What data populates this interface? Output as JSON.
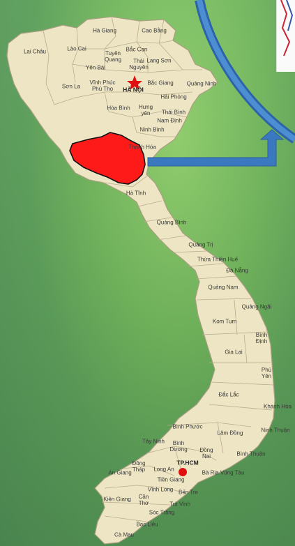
{
  "map": {
    "highlighted_province": "Thanh Hóa",
    "highlight_color": "#ff1a1a",
    "land_color": "#eee5c4",
    "border_color": "#b3a98a",
    "capital_marker_color": "#e01010",
    "hcm_marker_color": "#e01010",
    "arrow_color": "#3a78c0",
    "ring_color": "#3a74b8"
  },
  "labels": {
    "lai_chau": "Lai Châu",
    "lao_cai": "Lào Cai",
    "ha_giang": "Hà Giang",
    "cao_bang": "Cao Bằng",
    "bac_can": "Bắc Can",
    "tuyen_quang": "Tuyên\nQuang",
    "thai_nguyen": "Thái\nNguyên",
    "lang_son": "Lang Sơn",
    "yen_bai": "Yên Bái",
    "son_la": "Sơn La",
    "vinh_phuc_phu_tho": "Vĩnh Phúc\nPhú Thọ",
    "ha_noi": "HÀ NỘI",
    "bac_giang": "Bắc Giang",
    "quang_ninh": "Quảng Ninh",
    "hai_phong": "Hải Phòng",
    "hoa_binh": "Hòa Bình",
    "hung_yen": "Hưng\nyên",
    "thai_binh": "Thái Bình",
    "nam_dinh": "Nam Định",
    "ninh_binh": "Ninh Bình",
    "thanh_hoa": "Thanh Hóa",
    "ha_tinh": "Hà Tĩnh",
    "quang_binh": "Quảng Bình",
    "quang_tri": "Quảng Trị",
    "thua_thien_hue": "Thừa Thiên Huế",
    "da_nang": "Đà Nẵng",
    "quang_nam": "Quảng Nam",
    "quang_ngai": "Quảng Ngãi",
    "kon_tum": "Kom Tum",
    "binh_dinh": "Bình\nĐịnh",
    "gia_lai": "Gia Lai",
    "phu_yen": "Phú\nYên",
    "dak_lak": "Đắc Lắc",
    "khanh_hoa": "Khánh Hòa",
    "binh_phuoc": "Bình Phước",
    "lam_dong": "Lâm Đồng",
    "ninh_thuan": "Ninh Thuận",
    "tay_ninh": "Tây Ninh",
    "binh_duong": "Bình\nDương",
    "dong_nai": "Đồng\nNai",
    "binh_thuan": "Bình Thuận",
    "dong_thap": "Đồng\nTháp",
    "long_an": "Long An",
    "tp_hcm": "TP.HCM",
    "an_giang": "An Giang",
    "tien_giang": "Tiền Giang",
    "ba_ria": "Bà Rịa Vũng Tàu",
    "vinh_long": "Vĩnh Long",
    "ben_tre": "Bến Tre",
    "kien_giang": "Kiên Giang",
    "can_tho": "Cần\nThơ",
    "tra_vinh": "Trà Vinh",
    "soc_trang": "Sóc Trăng",
    "bac_lieu": "Bạc Liêu",
    "ca_mau": "Cà Mau"
  }
}
